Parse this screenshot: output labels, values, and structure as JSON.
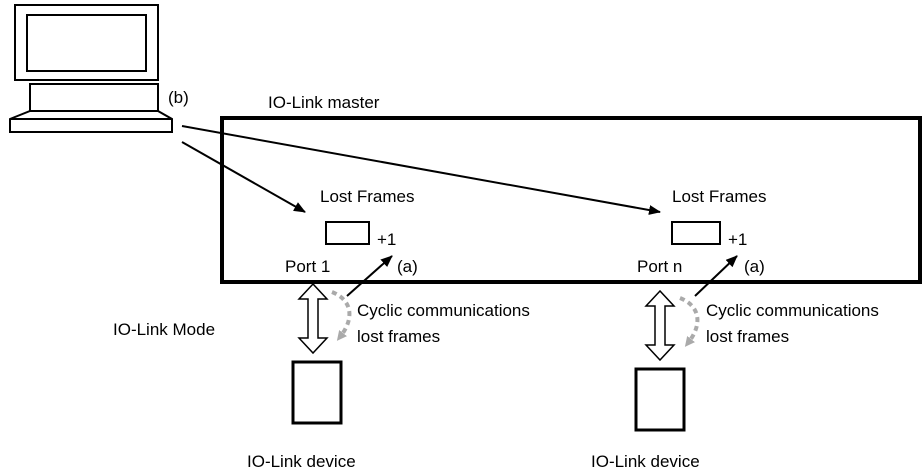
{
  "pc_label": "(b)",
  "master": {
    "title": "IO-Link master",
    "mode_label": "IO-Link Mode"
  },
  "ports": [
    {
      "counter_title": "Lost Frames",
      "increment": "+1",
      "port_name": "Port 1",
      "event_ref": "(a)",
      "cyclic_label_line1": "Cyclic communications",
      "cyclic_label_line2": "lost frames",
      "device_label": "IO-Link device"
    },
    {
      "counter_title": "Lost Frames",
      "increment": "+1",
      "port_name": "Port n",
      "event_ref": "(a)",
      "cyclic_label_line1": "Cyclic communications",
      "cyclic_label_line2": "lost frames",
      "device_label": "IO-Link device"
    }
  ],
  "icons": {
    "pc": "computer-icon",
    "device": "io-link-device-icon",
    "link": "double-arrow-icon",
    "cyclic": "curved-dashed-arrow-icon"
  },
  "colors": {
    "line": "#000000",
    "dashed_arrow": "#aaaaaa"
  }
}
